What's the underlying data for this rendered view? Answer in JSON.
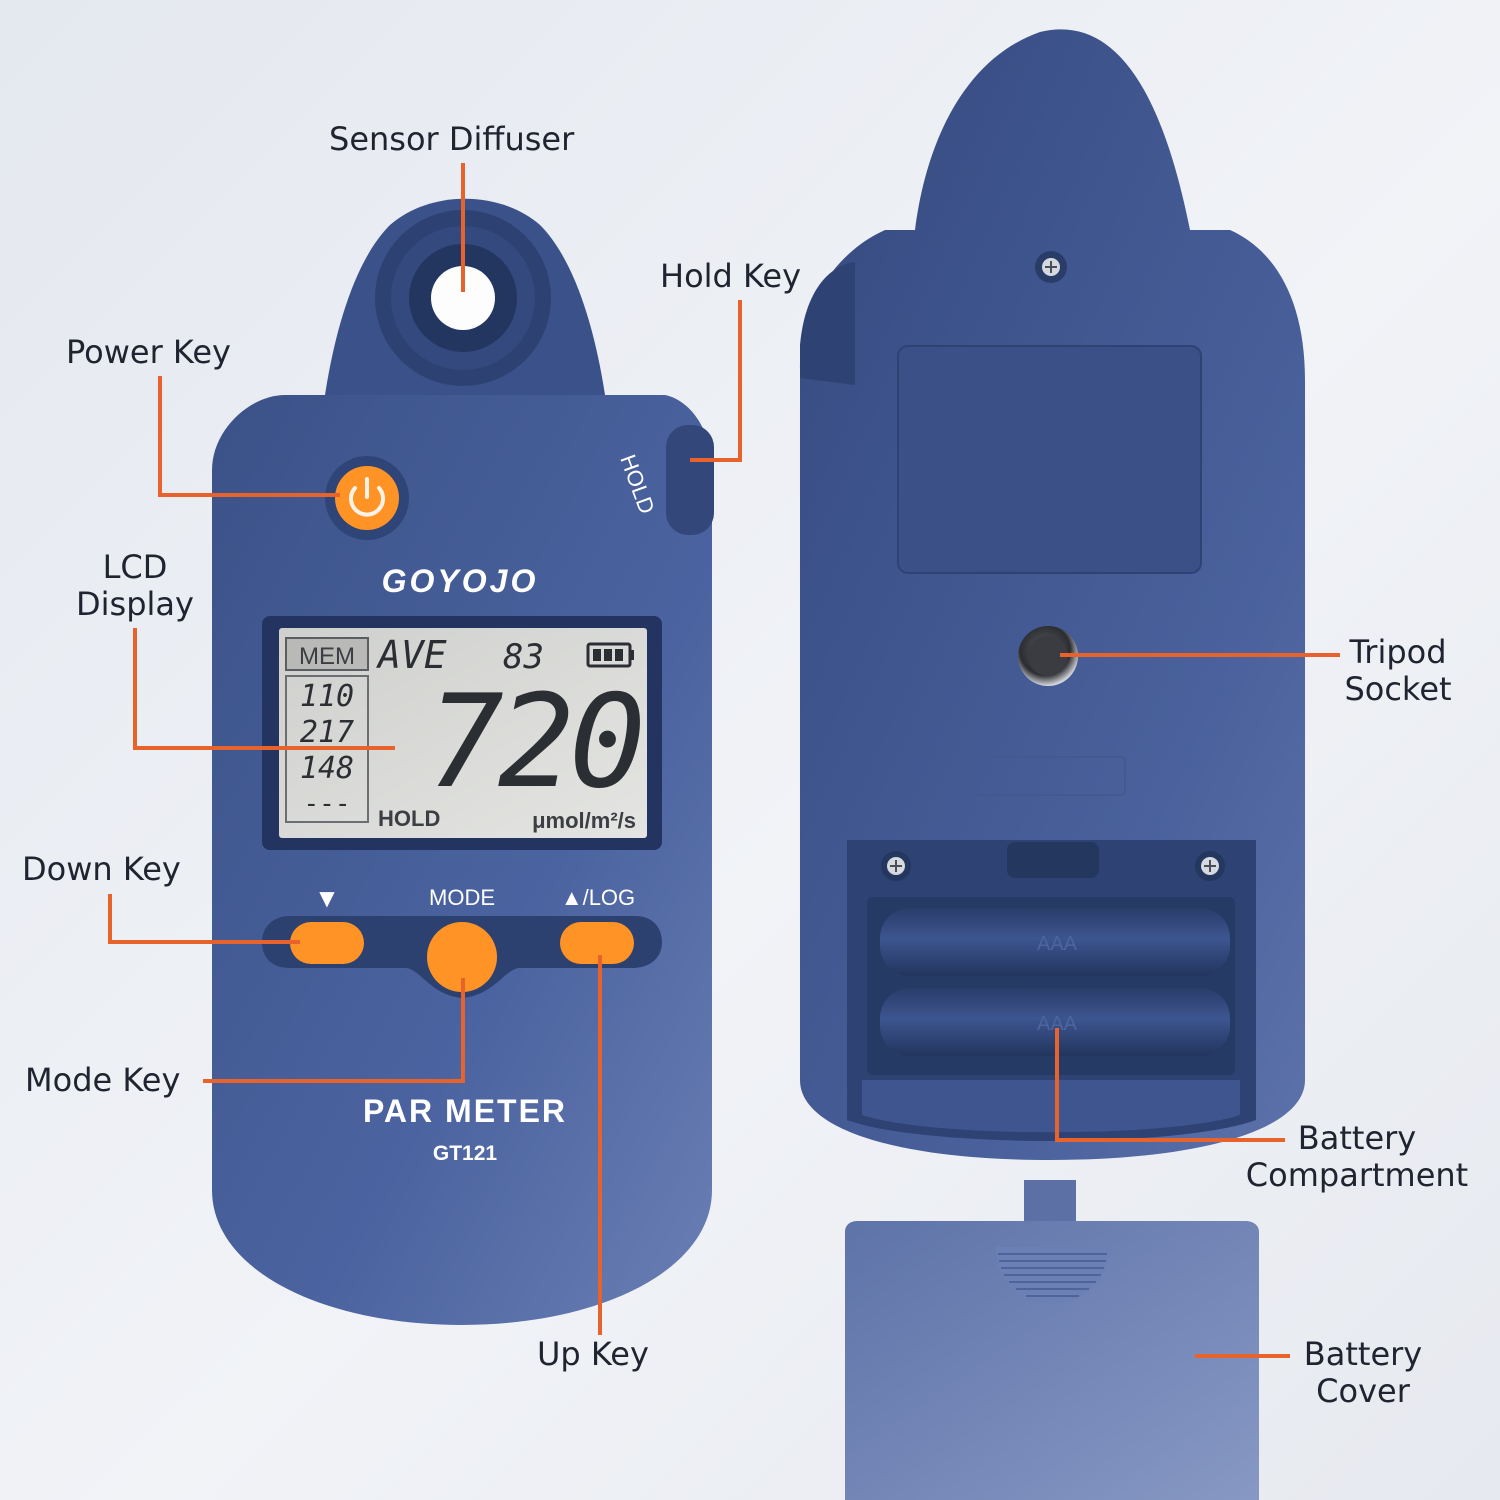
{
  "callouts": {
    "sensor_diffuser": "Sensor Diffuser",
    "hold_key": "Hold Key",
    "power_key": "Power Key",
    "lcd_display_line1": "LCD",
    "lcd_display_line2": "Display",
    "down_key": "Down Key",
    "mode_key": "Mode Key",
    "up_key": "Up Key",
    "tripod_socket_line1": "Tripod",
    "tripod_socket_line2": "Socket",
    "battery_compartment_line1": "Battery",
    "battery_compartment_line2": "Compartment",
    "battery_cover_line1": "Battery",
    "battery_cover_line2": "Cover"
  },
  "device": {
    "brand": "GOYOJO",
    "product": "PAR METER",
    "model": "GT121",
    "side_label": "HOLD",
    "button_labels": {
      "down": "▼",
      "mode": "MODE",
      "up_log": "▲/LOG"
    },
    "lcd": {
      "mem_label": "MEM",
      "ave_label": "AVE",
      "record_count": "83",
      "reading": "720",
      "memory_values": [
        "110",
        "217",
        "148",
        "---"
      ],
      "hold_indicator": "HOLD",
      "unit": "μmol/m²/s"
    },
    "battery_label": "AAA"
  },
  "colors": {
    "body": "#3d5589",
    "body_dark": "#2e4373",
    "accent_orange": "#ff9326",
    "leader_line": "#e8622c",
    "lcd_background": "#d8d9d6",
    "lcd_segment": "#2b2e33"
  }
}
